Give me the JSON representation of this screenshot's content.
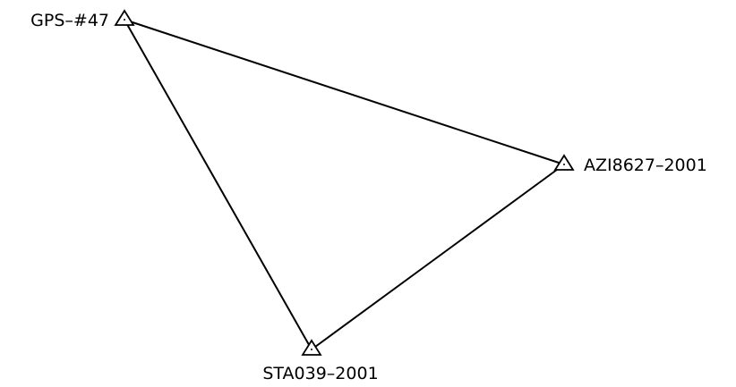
{
  "stations": [
    {
      "id": "gps47",
      "name": "GPS–#47"
    },
    {
      "id": "azi8627",
      "name": "AZI8627–2001"
    },
    {
      "id": "sta039",
      "name": "STA039–2001"
    }
  ],
  "connections": [
    {
      "from": "GPS–#47",
      "to": "AZI8627–2001"
    },
    {
      "from": "GPS–#47",
      "to": "STA039–2001"
    },
    {
      "from": "AZI8627–2001",
      "to": "STA039–2001"
    }
  ],
  "colors": {
    "line": "#000000",
    "background": "#ffffff"
  },
  "icons": {
    "station_marker": "triangle-icon"
  }
}
